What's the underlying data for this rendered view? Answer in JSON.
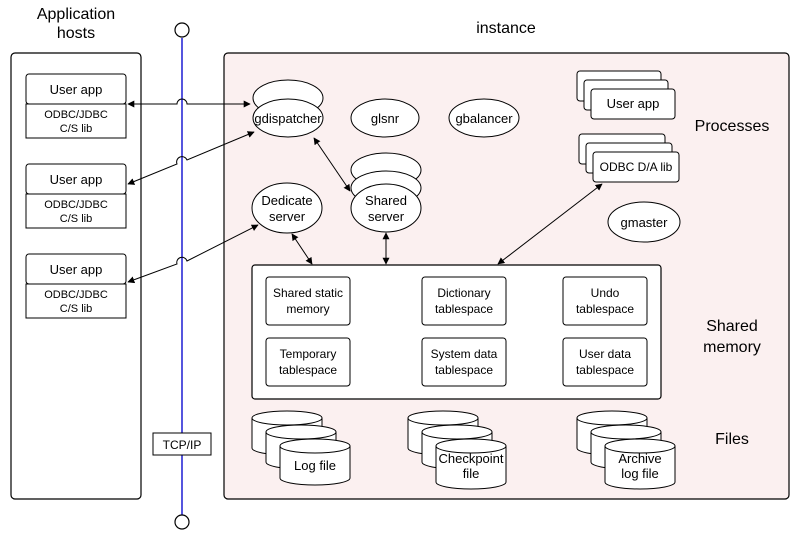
{
  "headers": {
    "app_hosts_line1": "Application",
    "app_hosts_line2": "hosts",
    "instance": "instance"
  },
  "host_apps": [
    {
      "app": "User app",
      "lib_line1": "ODBC/JDBC",
      "lib_line2": "C/S lib"
    },
    {
      "app": "User app",
      "lib_line1": "ODBC/JDBC",
      "lib_line2": "C/S lib"
    },
    {
      "app": "User app",
      "lib_line1": "ODBC/JDBC",
      "lib_line2": "C/S lib"
    }
  ],
  "network": {
    "protocol": "TCP/IP"
  },
  "processes": {
    "gdispatcher": "gdispatcher",
    "glsnr": "glsnr",
    "gbalancer": "gbalancer",
    "local_user_app": "User app",
    "odbc_da_lib": "ODBC D/A lib",
    "dedicate_server_line1": "Dedicate",
    "dedicate_server_line2": "server",
    "shared_server_line1": "Shared",
    "shared_server_line2": "server",
    "gmaster": "gmaster"
  },
  "memory": {
    "shared_static": [
      "Shared static",
      "memory"
    ],
    "dictionary": [
      "Dictionary",
      "tablespace"
    ],
    "undo": [
      "Undo",
      "tablespace"
    ],
    "temporary": [
      "Temporary",
      "tablespace"
    ],
    "system_data": [
      "System data",
      "tablespace"
    ],
    "user_data": [
      "User data",
      "tablespace"
    ]
  },
  "files": {
    "log": [
      "Log file"
    ],
    "checkpoint": [
      "Checkpoint",
      "file"
    ],
    "archive": [
      "Archive",
      "log file"
    ]
  },
  "section_labels": {
    "processes": "Processes",
    "shared_memory_line1": "Shared",
    "shared_memory_line2": "memory",
    "files": "Files"
  },
  "colors": {
    "instance_fill": "#fbf0f0",
    "network_line": "#2b2bd6",
    "stroke": "#000000"
  }
}
